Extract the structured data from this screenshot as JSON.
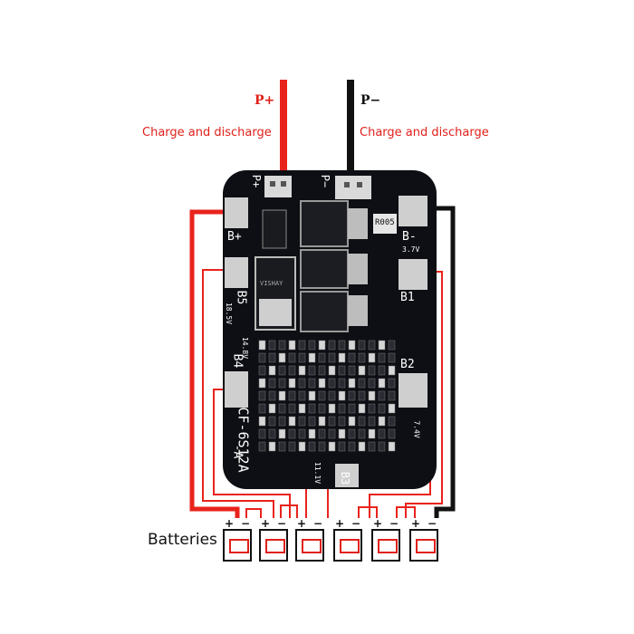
{
  "labels": {
    "p_plus": "P+",
    "p_minus": "P−",
    "charge_left": "Charge and discharge",
    "charge_right": "Charge and discharge",
    "batteries": "Batteries"
  },
  "board": {
    "p_plus": "P+",
    "p_minus": "P−",
    "b_plus": "B+",
    "b_minus": "B-",
    "v37": "3.7V",
    "b1": "B1",
    "b2": "B2",
    "b3": "B3",
    "b4": "B4",
    "b5": "B5",
    "v185": "18.5V",
    "v148": "14.8V",
    "v111": "11.1V",
    "v74": "7.4V",
    "model": "CF-6S12A",
    "model_suffix": "-A",
    "r005": "R005",
    "chip_text": "VISHAY"
  },
  "battery_terminals": {
    "plus": "+",
    "minus": "−"
  },
  "batteries": [
    1,
    2,
    3,
    4,
    5,
    6
  ],
  "colors": {
    "red_wire": "#e8231c",
    "black_wire": "#111111",
    "board": "#0d0f14",
    "label_red": "#e0201a"
  }
}
